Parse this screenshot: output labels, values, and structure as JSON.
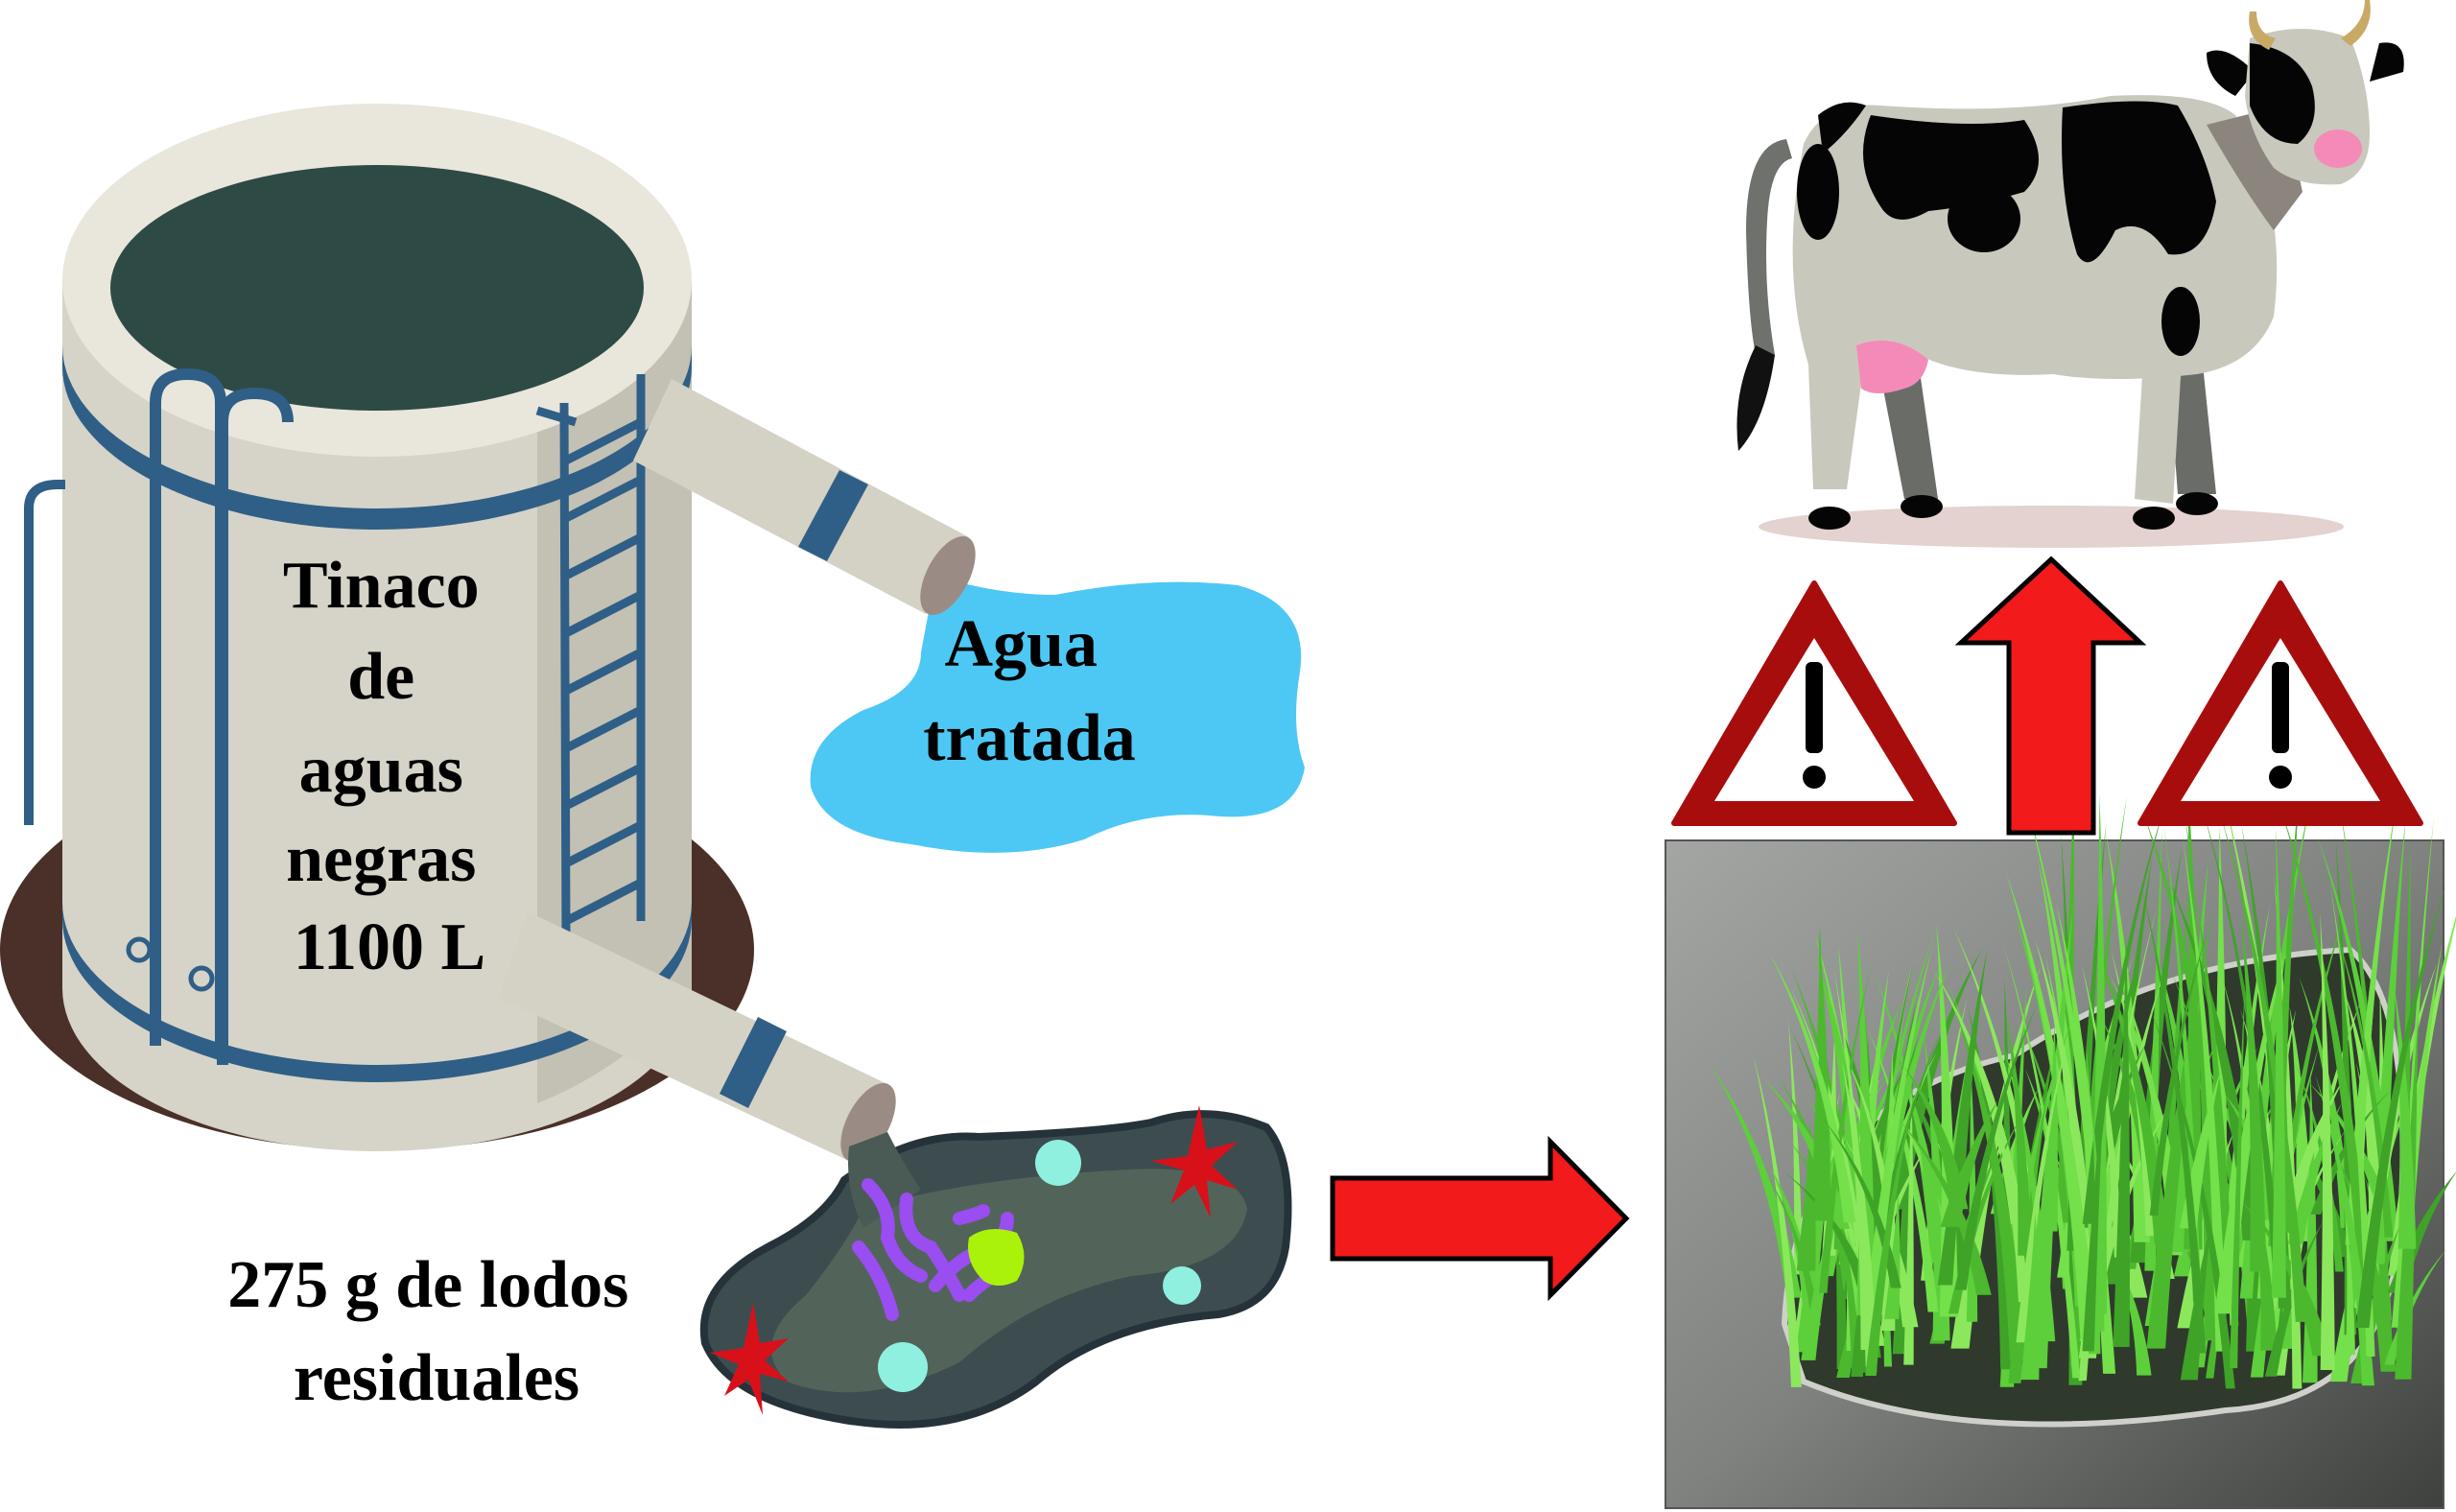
{
  "tank": {
    "label_lines": [
      "Tinaco",
      "de",
      "aguas",
      "negras",
      "1100 L"
    ]
  },
  "treated_water": {
    "label_lines": [
      "Agua",
      "tratada"
    ]
  },
  "sludge": {
    "label_lines": [
      "275 g de lodos",
      "residuales"
    ]
  },
  "colors": {
    "tank_body": "#d6d3c8",
    "tank_band": "#2f5f86",
    "water_dark": "#2e4a44",
    "base": "#4a3028",
    "treated_water": "#4dc8f5",
    "sludge": "#3d4d4f",
    "arrow": "#f21a1a",
    "warning_border": "#a80d0d",
    "grass": "#5ccf3a"
  }
}
